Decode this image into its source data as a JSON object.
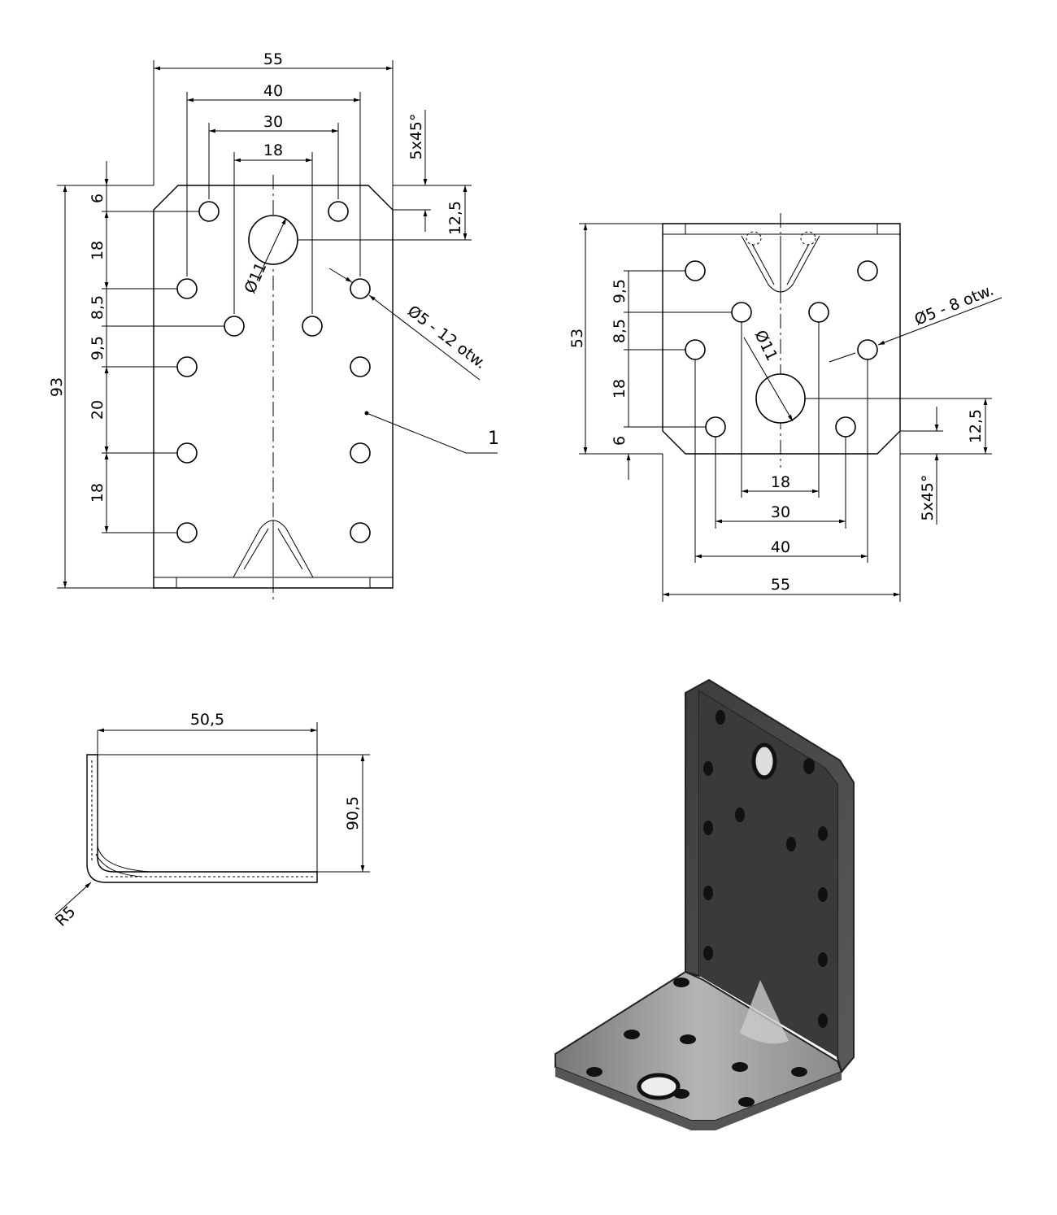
{
  "front_view": {
    "dim_55": "55",
    "dim_40": "40",
    "dim_30": "30",
    "dim_18": "18",
    "chamfer": "5x45°",
    "v_6": "6",
    "v_18a": "18",
    "v_8_5": "8,5",
    "v_9_5": "9,5",
    "v_20": "20",
    "v_18b": "18",
    "height_93": "93",
    "v_12_5": "12,5",
    "big_hole": "Ø11",
    "small_holes": "Ø5 - 12 otw.",
    "callout": "1"
  },
  "top_view": {
    "height_53": "53",
    "v_9_5": "9,5",
    "v_8_5": "8,5",
    "v_18": "18",
    "v_6": "6",
    "big_hole": "Ø11",
    "small_holes": "Ø5 - 8 otw.",
    "v_12_5": "12,5",
    "chamfer": "5x45°",
    "dim_18": "18",
    "dim_30": "30",
    "dim_40": "40",
    "dim_55": "55"
  },
  "side_view": {
    "width": "50,5",
    "height": "90,5",
    "radius": "R5"
  },
  "render_colors": {
    "plate_dark": "#4a4a4a",
    "plate_light": "#9a9a9a"
  }
}
